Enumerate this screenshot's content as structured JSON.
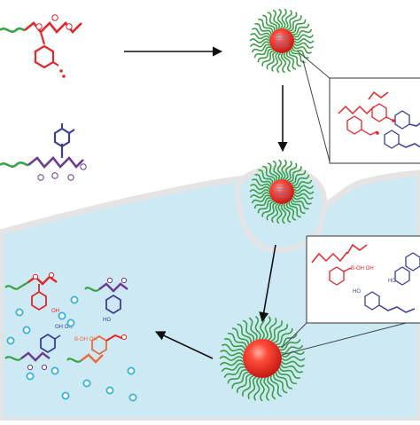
{
  "colors": {
    "background": "#ffffff",
    "cell_fill": "#cce9f4",
    "cell_outline": "#e2e2e2",
    "corona": "#3a9e46",
    "polymer_red": "#e3262a",
    "polymer_blue": "#3b3f98",
    "polymer_purple": "#6b3c92",
    "polymer_green": "#3aa346",
    "polymer_orange": "#ee6a3a",
    "core_red": "#e8312a",
    "ion_cyan": "#35b3d8",
    "arrow": "#111111"
  },
  "labels": {
    "charge_negative": "⊖",
    "charge_positive": "⊕",
    "hydroxyl": "OH",
    "hydroxyl_pair": "OH OH",
    "boron_pair": "B-OH OH",
    "ho": "HO"
  }
}
